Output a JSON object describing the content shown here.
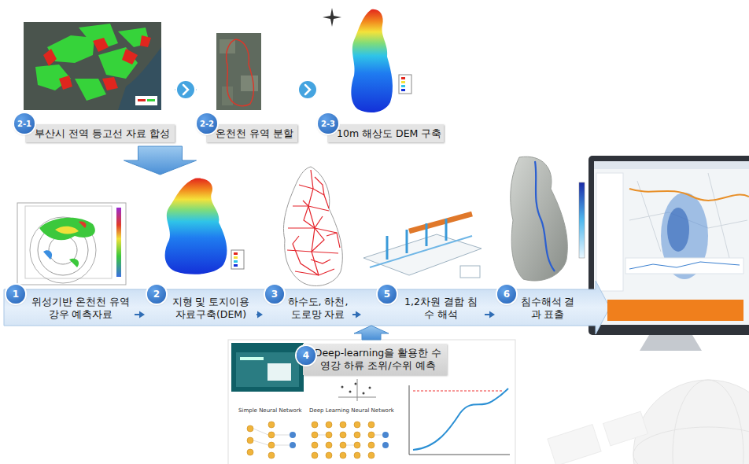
{
  "diagram": {
    "nodes": [
      {
        "text": [
          "2-1",
          "부산시 전역 등고선 자료 합성"
        ]
      },
      {
        "text": [
          "2-2",
          "온천천 유역 분할"
        ]
      },
      {
        "text": [
          "2-3",
          "10m 해상도 DEM 구축"
        ]
      },
      {
        "text": [
          "1",
          "위성기반 온천천 유역 강우 예측자료"
        ]
      },
      {
        "text": [
          "2",
          "지형 및 토지이용 자료구축(DEM)"
        ]
      },
      {
        "text": [
          "3",
          "하수도, 하천, 도로망 자료"
        ]
      },
      {
        "text": [
          "5",
          "1,2차원 결합 침수 해석"
        ]
      },
      {
        "text": [
          "6",
          "침수해석 결과 표출"
        ]
      },
      {
        "text": [
          "4",
          "Deep-learning을 활용한 수영강 하류 조위/수위 예측"
        ]
      }
    ],
    "edges": [
      {
        "from": 0,
        "to": 1,
        "arrow": "to"
      },
      {
        "from": 1,
        "to": 2,
        "arrow": "to"
      },
      {
        "from": 0,
        "to": 4,
        "arrow": "to"
      },
      {
        "from": 3,
        "to": 4,
        "arrow": "to"
      },
      {
        "from": 4,
        "to": 5,
        "arrow": "to"
      },
      {
        "from": 5,
        "to": 6,
        "arrow": "to"
      },
      {
        "from": 6,
        "to": 7,
        "arrow": "to"
      },
      {
        "from": 8,
        "to": 6,
        "arrow": "to"
      }
    ],
    "labels": [
      "Simple Neural Network",
      "Deep Learning Neural Network"
    ]
  }
}
